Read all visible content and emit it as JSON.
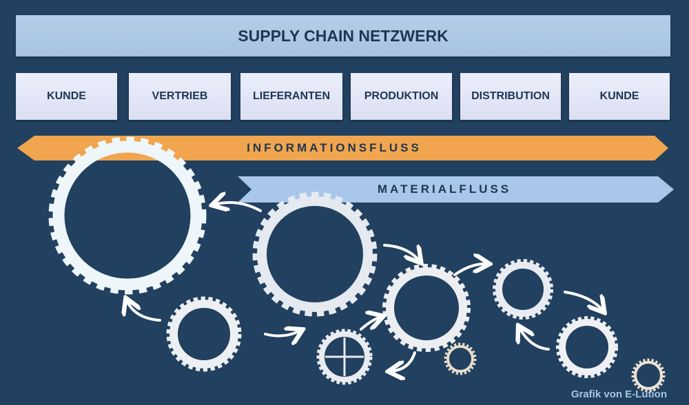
{
  "header": {
    "title": "SUPPLY CHAIN NETZWERK"
  },
  "stages": [
    "KUNDE",
    "VERTRIEB",
    "LIEFERANTEN",
    "PRODUKTION",
    "DISTRIBUTION",
    "KUNDE"
  ],
  "flows": {
    "information": "INFORMATIONSFLUSS",
    "material": "MATERIALFLUSS"
  },
  "credit": "Grafik von E-Lution",
  "colors": {
    "background": "#22405f",
    "title_bar": "#aac5e4",
    "stage_box": "#e3e6f6",
    "information_arrow": "#f0a54e",
    "material_arrow": "#a8c7ea",
    "gear_light": "#eef3f6",
    "gear_small": "#e9e2d3"
  },
  "icons": [
    "gear-icon",
    "curved-arrow-icon",
    "crosshair-icon"
  ]
}
